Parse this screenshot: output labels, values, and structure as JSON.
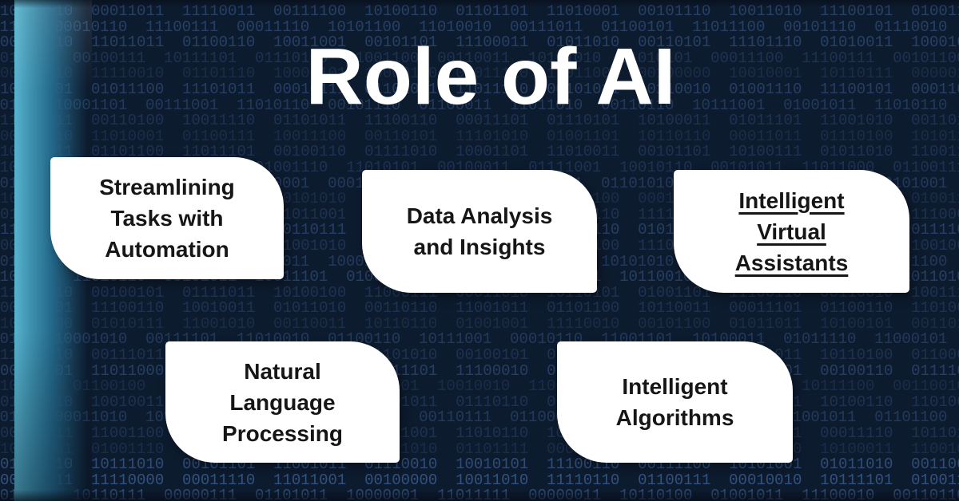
{
  "page": {
    "title": "Role of AI"
  },
  "cards": [
    {
      "id": "streamlining-tasks-with-automation",
      "lines": [
        "Streamlining",
        "Tasks with",
        "Automation"
      ],
      "underlined": false
    },
    {
      "id": "data-analysis-and-insights",
      "lines": [
        "Data Analysis",
        "and Insights"
      ],
      "underlined": false
    },
    {
      "id": "intelligent-virtual-assistants",
      "lines": [
        "Intelligent",
        "Virtual",
        "Assistants"
      ],
      "underlined": true
    },
    {
      "id": "natural-language-processing",
      "lines": [
        "Natural",
        "Language",
        "Processing"
      ],
      "underlined": false
    },
    {
      "id": "intelligent-algorithms",
      "lines": [
        "Intelligent",
        "Algorithms"
      ],
      "underlined": false
    }
  ],
  "colors": {
    "bg_navy": "#0d1b2e",
    "binary_digit": "#3d5f94",
    "accent_teal": "#58b4ce",
    "card_bg": "#ffffff",
    "card_text": "#161616",
    "title_color": "#ffffff"
  },
  "background": {
    "binary_rows": [
      "10111010  00011011  11110011  00111100  10100110  01101101  11010001  00101110  10011010  11100101  01001100",
      "01001101  00010110  11100111  00011110  10101100  11010010  00111011  01100101  11011100  00101110  01110010",
      "00111010  11011011  01100110  10011001  00101101  11100011  01011010  00110101  11101110  01010011  10001011",
      "11010010  00100111  10111101  01110100  11001100  00110011  10101010  01010101  00011100  11100111  00101100",
      "00010010  11110010  01101110  10000101  10000100  00011110  11011001  00100000  10010001  10110111  00000111",
      "10100101  01011100  11101011  00010111  01101001  11011110  00101011  10110010  01001110  11100101  00011011",
      "01110110  10001101  00111001  11010110  00101110  01100011  11011010  00110110  10111001  01001011  11010110",
      "11001011  00110100  10011110  01101011  11100110  00011101  01110101  10100011  01011101  11001010  00110111",
      "00101110  11010001  01100111  10011100  00110101  11101010  01001101  10110110  00011011  01110100  10101101",
      "10010011  01101100  11011101  00100110  01111010  10001101  11010011  00101101  10100111  01011010  11001101",
      "11101001  00010100  10110011  01001110  11010101  00100011  01111001  10010110  00101011  11011000  01100111",
      "00110110  11001010  01011101  10110001  00011110  11100110  10010011  01101010  11000101  00111011  10101001",
      "10000110  01110011  11001101  00101010  10110111  01000110  11101100  00010011  01100101  10111010  01001111",
      "01011011  10100110  00110010  11011001  01100100  10011011  00101110  11110001  01010110  10001101  11100010",
      "11100010  01001011  10111100  00110111  11010010  01101101  10001110  01010011  11001011  00100110  01111010",
      "00011101  10110010  01100111  11001010  00110110  10101011  01011100  11100011  00101101  01110110  10010011",
      "10110100  00111100  10100110  11011011  10001011  11001100  00110011  10101010  01010101  11100011  00011100",
      "01100011  11010110  00101011  10011101  01001100  11100110  00110101  10110010  01011011  00100111  11011010",
      "11011010  00100101  01111011  10100100  11000111  00011010  10110101  01001101  11100110  00110010  10011101",
      "00101101  11100110  10010011  01011010  00110110  11001011  01101100  10110011  00011101  01100110  11010011",
      "10011100  01010111  11001010  00110011  10110110  01001001  11110010  00101100  01011011  10100101  00110110",
      "01110101  10001010  00111101  11010010  01100110  10111001  00010110  11001101  10100011  01011110  11000101",
      "11000110  00111011  01101101  10010110  11101010  00100101  01011001  11010110  00101011  10110100  01100011",
      "00110101  11011000  10100111  01001011  00011101  11100010  01101110  10011011  11010101  00100110  01111001",
      "10101011  01100100  11010011  00101110  01110101  10010010  11001110  00011011  01100101  10111100  00110010",
      "01011110  10010011  00101100  11100101  10001011  01110110  00110001  11011010  01001101  10100110  11010001",
      "11100101  00011010  10110110  01001101  11010010  00110111  01100011  10111010  00010110  11001011  01101100",
      "00100111  11001100  01011011  10110100  00111001  11010110  10001101  01100010  11101011  00011110  10110101",
      "10110001  01001110  11100011  00110100  10011010  01101111  00010101  11011001  01100110  10100011  11001010",
      "01000110  10111010  00101101  11001011  01110010  10010101  11100110  00111100  10101001  01011010  00110011",
      "00001111  11110000  00011110  11011001  00100000  10011010  11110110  01100111  00010010  10111101  01001100",
      "10010001  10110111  00000111  01101011  10000001  11011111  00000011  10110100  01001011  11100010  00110110"
    ]
  }
}
